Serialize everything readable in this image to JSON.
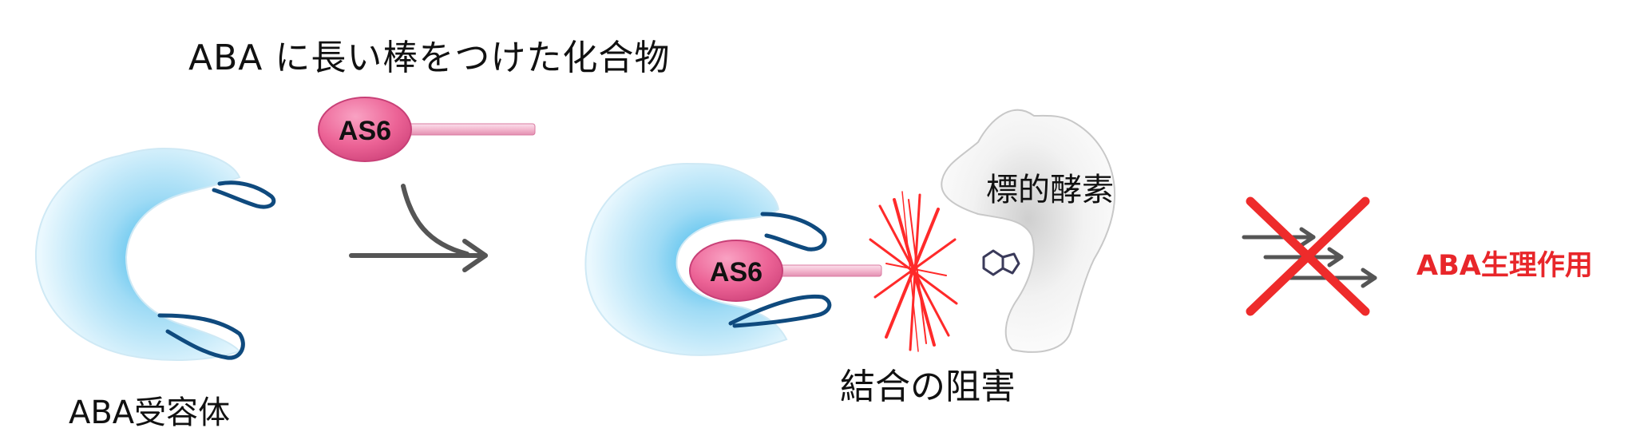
{
  "title": "ABA に長い棒をつけた化合物",
  "compound": {
    "free_label": "AS6",
    "bound_label": "AS6"
  },
  "receptor": {
    "label": "ABA受容体"
  },
  "binding": {
    "label": "結合の阻害"
  },
  "enzyme": {
    "label": "標的酵素"
  },
  "effect": {
    "label": "ABA生理作用"
  },
  "colors": {
    "receptor_blue": "#39b6ea",
    "loop_dark_blue": "#0f4a7e",
    "compound_pink": "#ec6396",
    "stick_pink": "#f3b8cf",
    "burst_red": "#ff2a2a",
    "cross_red": "#ee2b2b",
    "arrow_gray": "#555555"
  }
}
